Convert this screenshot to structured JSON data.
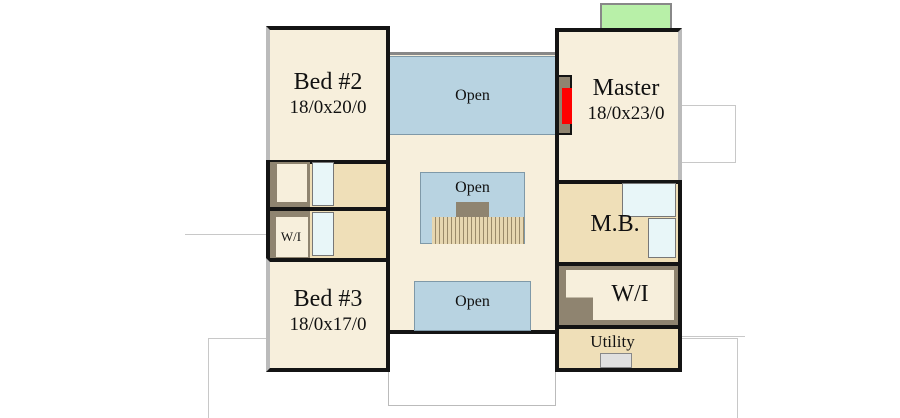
{
  "rooms": {
    "bed2": {
      "name": "Bed #2",
      "dims": "18/0x20/0"
    },
    "bed3": {
      "name": "Bed #3",
      "dims": "18/0x17/0"
    },
    "master": {
      "name": "Master",
      "dims": "18/0x23/0"
    },
    "master_bath": {
      "name": "M.B."
    },
    "master_walkin": {
      "name": "W/I"
    },
    "bed_walkin": {
      "name": "W/I"
    },
    "utility": {
      "name": "Utility"
    },
    "open_top": {
      "name": "Open"
    },
    "open_middle": {
      "name": "Open"
    },
    "open_bottom": {
      "name": "Open"
    }
  },
  "colors": {
    "floor": "#f7efdc",
    "open": "#b8d3e1",
    "wall": "#141414",
    "fireplace": "#ff0000",
    "deck": "#b8f0a8",
    "closet": "#8f8470"
  }
}
